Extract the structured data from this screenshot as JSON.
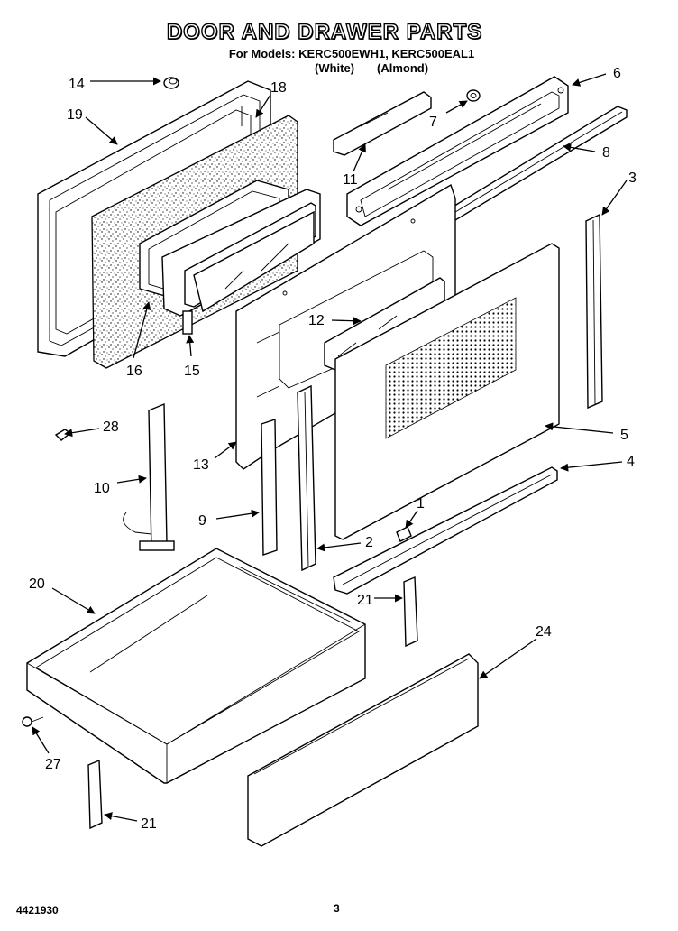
{
  "header": {
    "title": "DOOR AND DRAWER PARTS",
    "models": "For Models: KERC500EWH1, KERC500EAL1",
    "white": "(White)",
    "almond": "(Almond)"
  },
  "footer": {
    "doc_number": "4421930",
    "page": "3"
  },
  "callouts": {
    "c14": "14",
    "c18": "18",
    "c19": "19",
    "c7": "7",
    "c6": "6",
    "c8": "8",
    "c11": "11",
    "c3": "3",
    "c16": "16",
    "c15": "15",
    "c12": "12",
    "c28": "28",
    "c5": "5",
    "c13": "13",
    "c10": "10",
    "c4": "4",
    "c1": "1",
    "c9": "9",
    "c2": "2",
    "c20": "20",
    "c21a": "21",
    "c24": "24",
    "c27": "27",
    "c21b": "21"
  }
}
